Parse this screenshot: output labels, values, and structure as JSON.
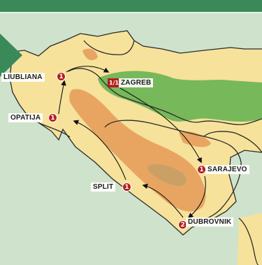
{
  "colors": {
    "banner": "#3a8a59",
    "sea": "#cfe3cc",
    "land_base": "#f6e29a",
    "mountain": "#e8a562",
    "highland": "#caa066",
    "forest": "#77b85b",
    "route": "#111111",
    "marker": "#b3201f"
  },
  "nav": {
    "icon": "play-arrow-icon"
  },
  "cities": [
    {
      "id": "liubliana",
      "name": "LIUBLIANA",
      "nights": "1"
    },
    {
      "id": "zagreb",
      "name": "ZAGREB",
      "nights": "1/1"
    },
    {
      "id": "opatija",
      "name": "OPATIJA",
      "nights": "1"
    },
    {
      "id": "sarajevo",
      "name": "SARAJEVO",
      "nights": "1"
    },
    {
      "id": "split",
      "name": "SPLIT",
      "nights": "1"
    },
    {
      "id": "dubrovnik",
      "name": "DUBROVNIK",
      "nights": "2"
    }
  ]
}
